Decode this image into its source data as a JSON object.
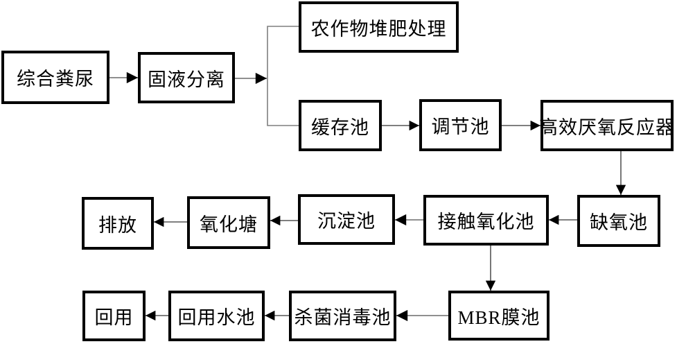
{
  "diagram": {
    "type": "flowchart",
    "language": "zh-CN",
    "nodes": [
      {
        "id": "manure",
        "label": "综合粪尿"
      },
      {
        "id": "solid-liquid-sep",
        "label": "固液分离"
      },
      {
        "id": "crop-composting",
        "label": "农作物堆肥处理"
      },
      {
        "id": "buffer-pool",
        "label": "缓存池"
      },
      {
        "id": "regulating-pool",
        "label": "调节池"
      },
      {
        "id": "anaerobic-reactor",
        "label": "高效厌氧反应器"
      },
      {
        "id": "anoxic-pool",
        "label": "缺氧池"
      },
      {
        "id": "contact-oxidation",
        "label": "接触氧化池"
      },
      {
        "id": "sedimentation-pool",
        "label": "沉淀池"
      },
      {
        "id": "oxidation-pond",
        "label": "氧化塘"
      },
      {
        "id": "discharge",
        "label": "排放"
      },
      {
        "id": "mbr-membrane-pool",
        "label": "MBR膜池"
      },
      {
        "id": "disinfection-pool",
        "label": "杀菌消毒池"
      },
      {
        "id": "reuse-water-pool",
        "label": "回用水池"
      },
      {
        "id": "reuse",
        "label": "回用"
      }
    ],
    "edges": [
      {
        "from": "综合粪尿",
        "to": "固液分离"
      },
      {
        "from": "固液分离",
        "to": "农作物堆肥处理"
      },
      {
        "from": "固液分离",
        "to": "缓存池"
      },
      {
        "from": "缓存池",
        "to": "调节池"
      },
      {
        "from": "调节池",
        "to": "高效厌氧反应器"
      },
      {
        "from": "高效厌氧反应器",
        "to": "缺氧池"
      },
      {
        "from": "缺氧池",
        "to": "接触氧化池"
      },
      {
        "from": "接触氧化池",
        "to": "沉淀池"
      },
      {
        "from": "沉淀池",
        "to": "氧化塘"
      },
      {
        "from": "氧化塘",
        "to": "排放"
      },
      {
        "from": "接触氧化池",
        "to": "MBR膜池"
      },
      {
        "from": "MBR膜池",
        "to": "杀菌消毒池"
      },
      {
        "from": "杀菌消毒池",
        "to": "回用水池"
      },
      {
        "from": "回用水池",
        "to": "回用"
      }
    ],
    "colors": {
      "background": "#ffffff",
      "box_border": "#000000",
      "box_fill": "#ffffff",
      "text": "#000000",
      "line_stem": "#7f7f7f",
      "arrowhead": "#000000"
    }
  }
}
